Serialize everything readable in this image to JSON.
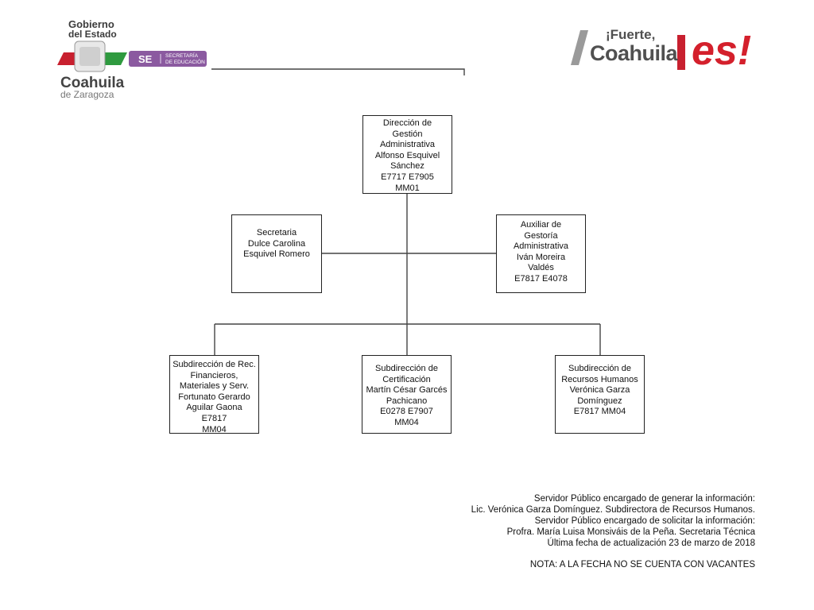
{
  "header": {
    "gov_lines": [
      "Gobierno",
      "del Estado"
    ],
    "state_name": "Coahuila",
    "state_suffix": "de Zaragoza",
    "se_abbr": "SE",
    "se_name_lines": [
      "SECRETARÍA",
      "DE EDUCACIÓN"
    ],
    "brand_top": "¡Fuerte,",
    "brand_name": "Coahuila",
    "brand_es": "es!"
  },
  "org": {
    "director": [
      "Dirección de",
      "Gestión",
      "Administrativa",
      "Alfonso Esquivel",
      "Sánchez",
      "E7717  E7905",
      "MM01"
    ],
    "secretary": [
      "Secretaria",
      "Dulce Carolina",
      "Esquivel Romero"
    ],
    "assistant": [
      "Auxiliar  de",
      "Gestoría",
      "Administrativa",
      "Iván Moreira",
      "Valdés",
      "E7817  E4078"
    ],
    "subdir_financial": [
      "Subdirección de Rec.",
      "Financieros,",
      "Materiales y Serv.",
      "Fortunato Gerardo",
      "Aguilar Gaona",
      "E7817",
      "MM04"
    ],
    "subdir_certification": [
      "Subdirección de",
      "Certificación",
      "Martín César Garcés",
      "Pachicano",
      "E0278 E7907",
      "MM04"
    ],
    "subdir_hr": [
      "Subdirección de",
      "Recursos Humanos",
      "Verónica Garza",
      "Domínguez",
      "E7817  MM04"
    ]
  },
  "footer": {
    "lines": [
      "Servidor Público encargado de generar la información:",
      "Lic. Verónica Garza Domínguez. Subdirectora de Recursos Humanos.",
      "Servidor Público encargado de solicitar la información:",
      "Profra. María Luisa Monsiváis de la Peña. Secretaria Técnica",
      "Última fecha de actualización 23 de marzo de 2018"
    ],
    "note": "NOTA: A LA FECHA NO SE CUENTA CON VACANTES"
  },
  "colors": {
    "green": "#2f9a3f",
    "red": "#c8202f",
    "purple": "#8b5aa0",
    "brand_red": "#d4202c",
    "brand_gray": "#505050"
  }
}
